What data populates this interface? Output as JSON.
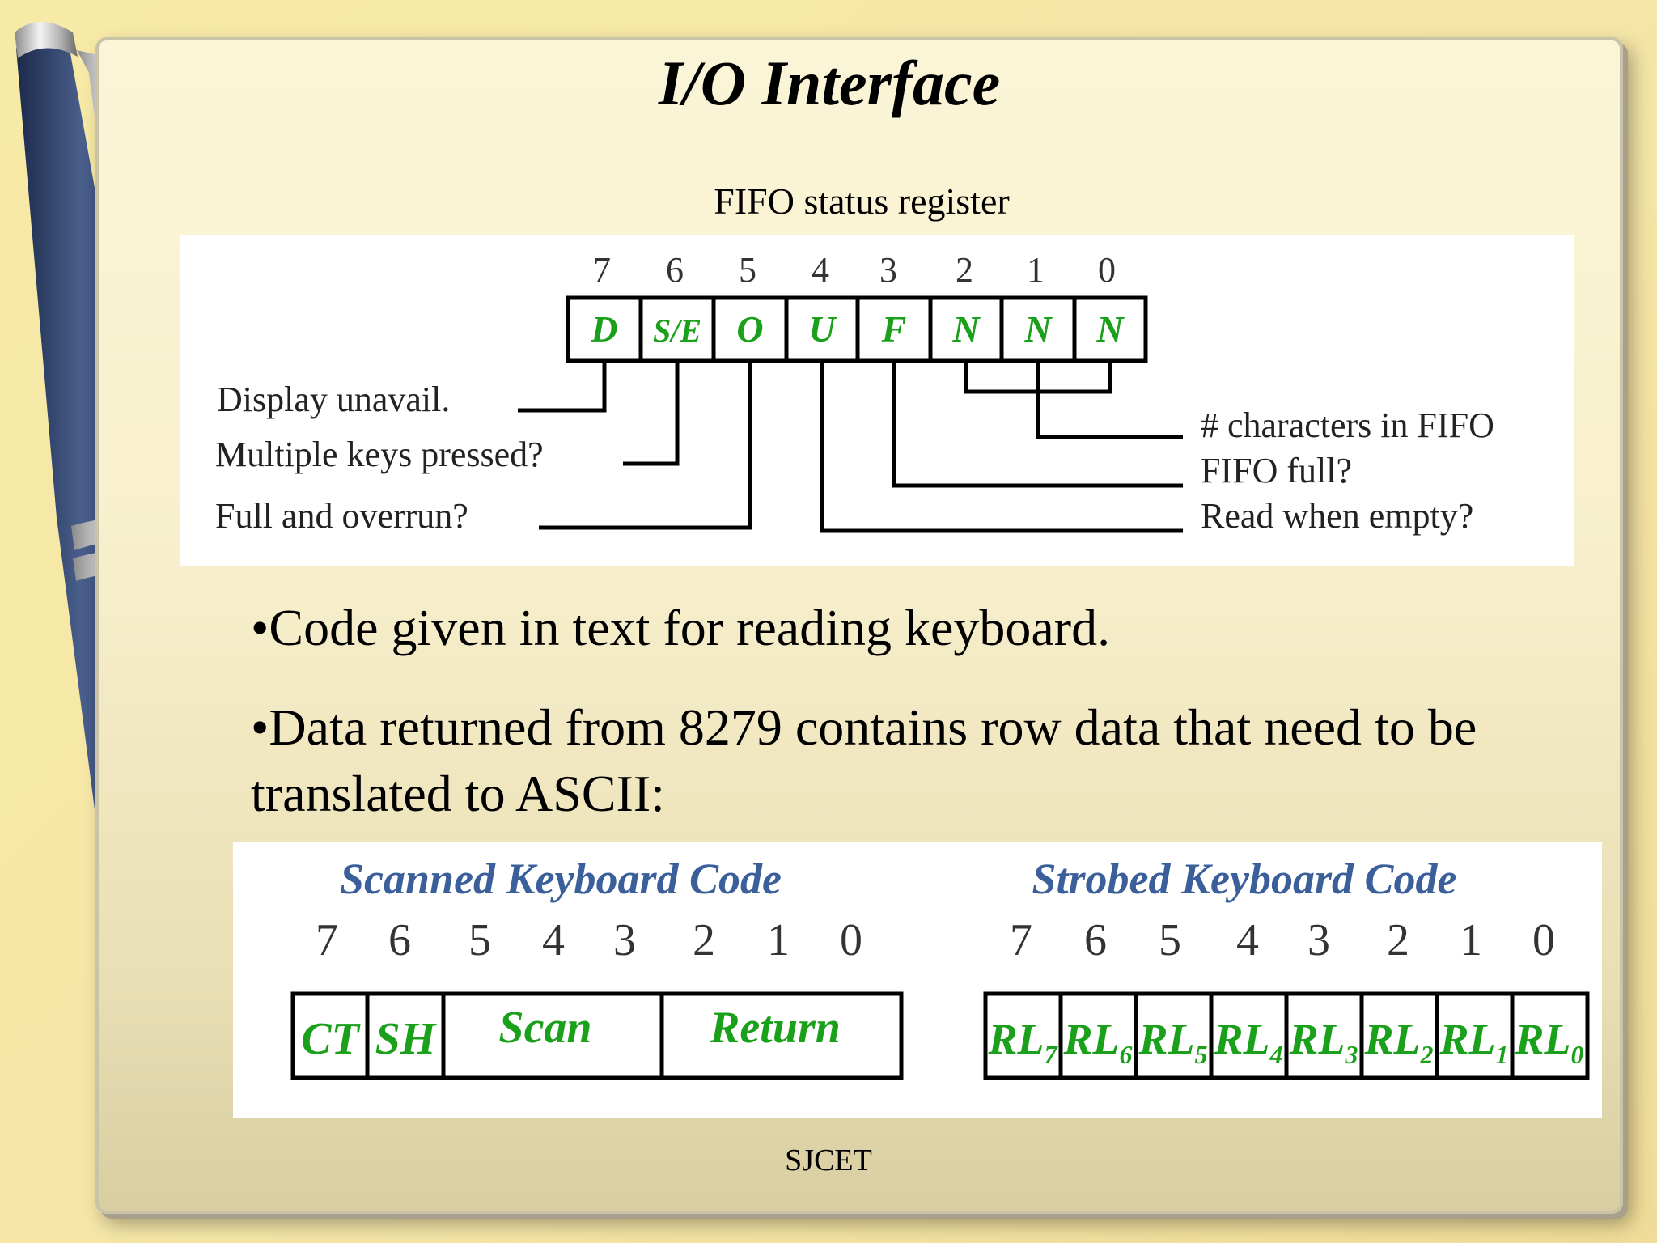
{
  "slide": {
    "title": "I/O Interface",
    "footer": "SJCET",
    "bullets": [
      "•Code given in text for reading keyboard.",
      "•Data returned from 8279 contains row data that need to be translated to ASCII:"
    ]
  },
  "fifo_register": {
    "caption": "FIFO status register",
    "bit_numbers": [
      "7",
      "6",
      "5",
      "4",
      "3",
      "2",
      "1",
      "0"
    ],
    "bits": [
      "D",
      "S/E",
      "O",
      "U",
      "F",
      "N",
      "N",
      "N"
    ],
    "left_labels": [
      "Display unavail.",
      "Multiple keys pressed?",
      "Full and overrun?"
    ],
    "right_labels": [
      "# characters in FIFO",
      "FIFO full?",
      "Read when empty?"
    ]
  },
  "scanned_code": {
    "title": "Scanned Keyboard Code",
    "bit_numbers": [
      "7",
      "6",
      "5",
      "4",
      "3",
      "2",
      "1",
      "0"
    ],
    "fields": [
      "CT",
      "SH",
      "Scan",
      "Return"
    ]
  },
  "strobed_code": {
    "title": "Strobed Keyboard Code",
    "bit_numbers": [
      "7",
      "6",
      "5",
      "4",
      "3",
      "2",
      "1",
      "0"
    ],
    "fields": [
      {
        "main": "RL",
        "sub": "7"
      },
      {
        "main": "RL",
        "sub": "6"
      },
      {
        "main": "RL",
        "sub": "5"
      },
      {
        "main": "RL",
        "sub": "4"
      },
      {
        "main": "RL",
        "sub": "3"
      },
      {
        "main": "RL",
        "sub": "2"
      },
      {
        "main": "RL",
        "sub": "1"
      },
      {
        "main": "RL",
        "sub": "0"
      }
    ]
  },
  "colors": {
    "field_text": "#1aa01a",
    "kb_title": "#3a5f9a",
    "background": "#f7e9a6"
  }
}
